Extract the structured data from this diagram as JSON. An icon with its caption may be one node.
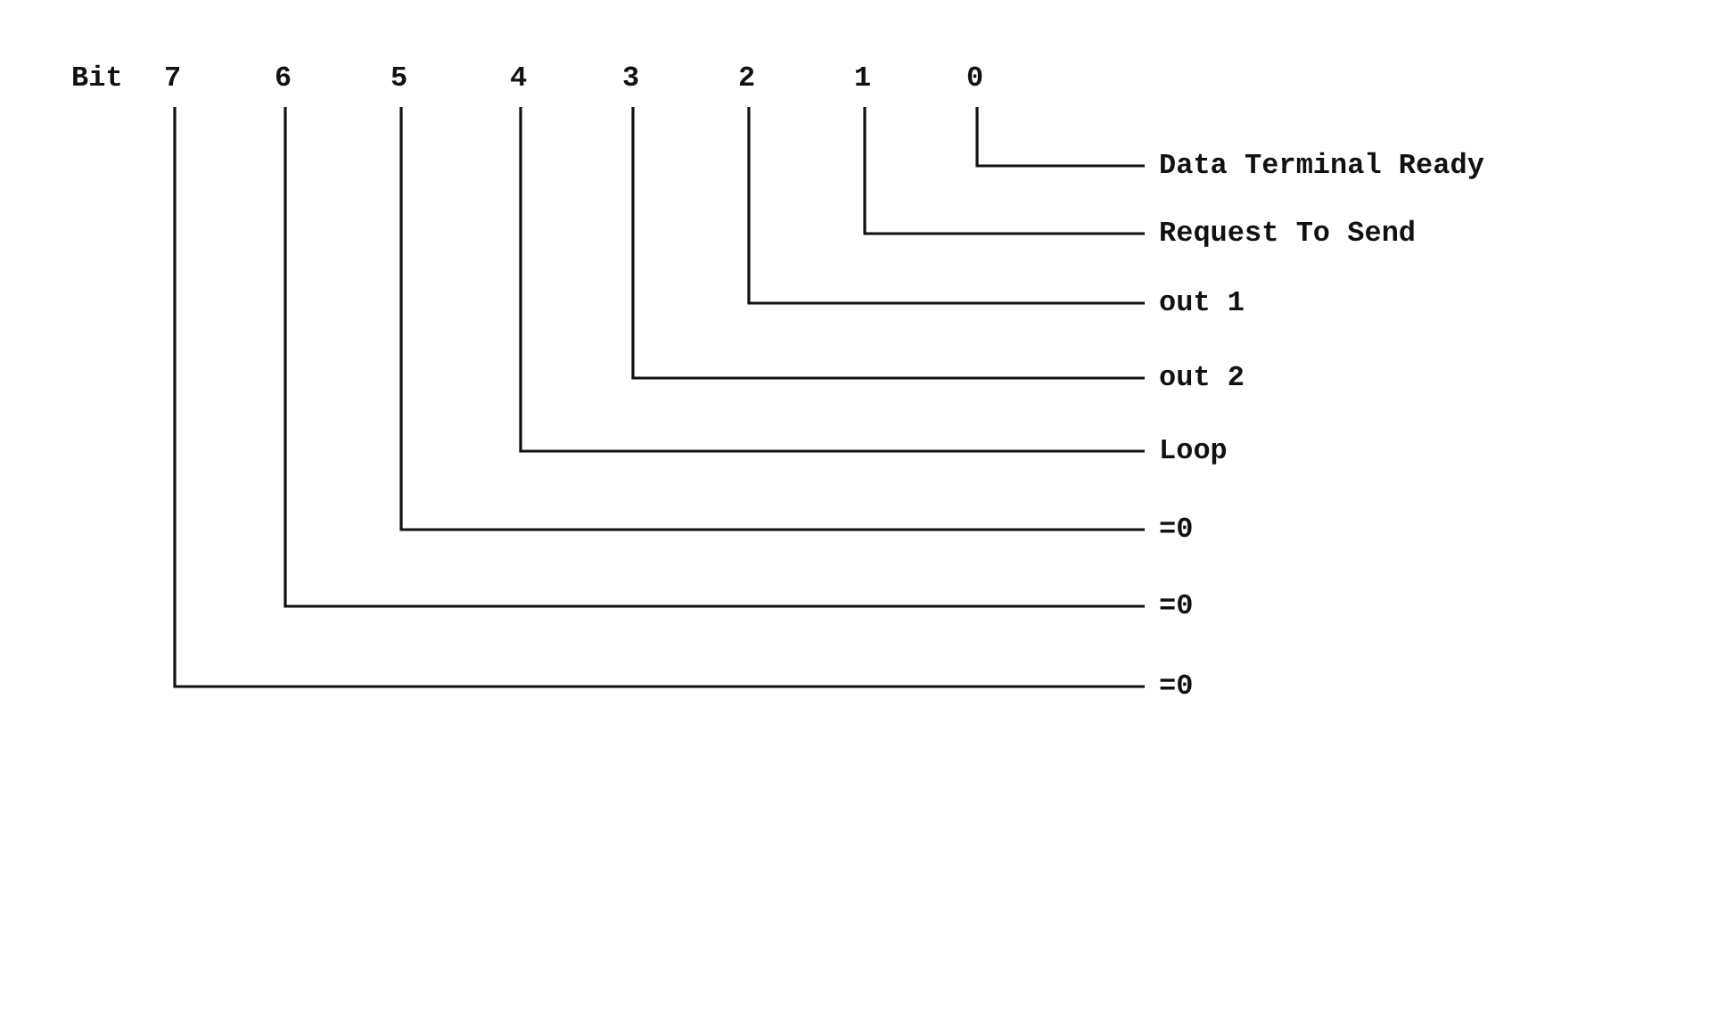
{
  "diagram": {
    "nodes": [
      {
        "text": [
          "7"
        ]
      },
      {
        "text": [
          "6"
        ]
      },
      {
        "text": [
          "5"
        ]
      },
      {
        "text": [
          "4"
        ]
      },
      {
        "text": [
          "3"
        ]
      },
      {
        "text": [
          "2"
        ]
      },
      {
        "text": [
          "1"
        ]
      },
      {
        "text": [
          "0"
        ]
      },
      {
        "text": [
          "Data Terminal Ready"
        ]
      },
      {
        "text": [
          "Request To Send"
        ]
      },
      {
        "text": [
          "out 1"
        ]
      },
      {
        "text": [
          "out 2"
        ]
      },
      {
        "text": [
          "Loop"
        ]
      },
      {
        "text": [
          "=0"
        ]
      },
      {
        "text": [
          "=0"
        ]
      },
      {
        "text": [
          "=0"
        ]
      }
    ],
    "edges": [
      {
        "from": 7,
        "to": 8,
        "arrow": "none"
      },
      {
        "from": 6,
        "to": 9,
        "arrow": "none"
      },
      {
        "from": 5,
        "to": 10,
        "arrow": "none"
      },
      {
        "from": 4,
        "to": 11,
        "arrow": "none"
      },
      {
        "from": 3,
        "to": 12,
        "arrow": "none"
      },
      {
        "from": 2,
        "to": 13,
        "arrow": "none"
      },
      {
        "from": 1,
        "to": 14,
        "arrow": "none"
      },
      {
        "from": 0,
        "to": 15,
        "arrow": "none"
      }
    ],
    "labels": [
      "Bit"
    ]
  }
}
